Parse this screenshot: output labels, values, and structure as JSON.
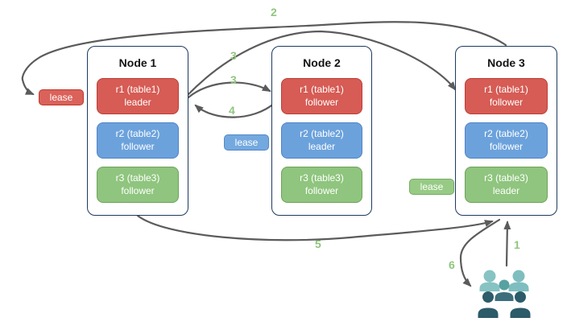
{
  "nodes": [
    {
      "title": "Node 1",
      "replicas": [
        {
          "name": "r1 (table1)",
          "role": "leader",
          "color": "#D65C55"
        },
        {
          "name": "r2 (table2)",
          "role": "follower",
          "color": "#6CA2DC"
        },
        {
          "name": "r3 (table3)",
          "role": "follower",
          "color": "#8FC57E"
        }
      ]
    },
    {
      "title": "Node 2",
      "replicas": [
        {
          "name": "r1 (table1)",
          "role": "follower",
          "color": "#D65C55"
        },
        {
          "name": "r2 (table2)",
          "role": "leader",
          "color": "#6CA2DC"
        },
        {
          "name": "r3 (table3)",
          "role": "follower",
          "color": "#8FC57E"
        }
      ]
    },
    {
      "title": "Node 3",
      "replicas": [
        {
          "name": "r1 (table1)",
          "role": "follower",
          "color": "#D65C55"
        },
        {
          "name": "r2 (table2)",
          "role": "follower",
          "color": "#6CA2DC"
        },
        {
          "name": "r3 (table3)",
          "role": "leader",
          "color": "#8FC57E"
        }
      ]
    }
  ],
  "leases": [
    {
      "label": "lease",
      "color": "#DA625B"
    },
    {
      "label": "lease",
      "color": "#74A9DF"
    },
    {
      "label": "lease",
      "color": "#97CB85"
    }
  ],
  "steps": [
    {
      "label": "2"
    },
    {
      "label": "3"
    },
    {
      "label": "3"
    },
    {
      "label": "4"
    },
    {
      "label": "5"
    },
    {
      "label": "6"
    },
    {
      "label": "1"
    }
  ],
  "icons": {
    "users": "users-group-icon"
  },
  "colors": {
    "node_border": "#1D3A5F",
    "arrow": "#5B5B5B",
    "step_label": "#90C57E",
    "users_light_teal": "#87C3C3",
    "users_mid_teal": "#57A1A1",
    "users_dark_slate": "#2C5B69"
  }
}
